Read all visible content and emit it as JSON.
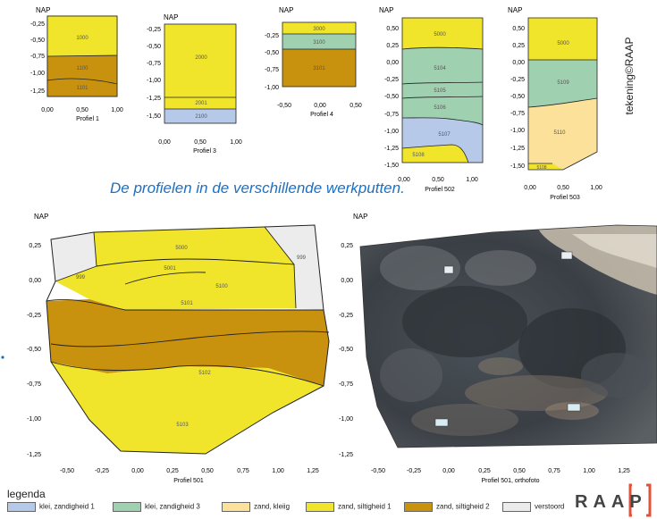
{
  "caption": "De profielen in de verschillende werkputten.",
  "credit": "tekening©RAAP",
  "legend": {
    "title": "legenda",
    "items": [
      {
        "label": "klei, zandigheid 1",
        "color": "#b7c9e8"
      },
      {
        "label": "klei, zandigheid 3",
        "color": "#9fd1b0"
      },
      {
        "label": "zand, kleiig",
        "color": "#fbe19a"
      },
      {
        "label": "zand, siltigheid 1",
        "color": "#f0e52a"
      },
      {
        "label": "zand, siltigheid 2",
        "color": "#c9920e"
      },
      {
        "label": "verstoord",
        "color": "#ececec"
      }
    ]
  },
  "logo": {
    "text": "RAAP"
  },
  "profiles": {
    "p1": {
      "nap": "NAP",
      "title": "Profiel 1",
      "yticks": [
        "-0,25",
        "-0,50",
        "-0,75",
        "-1,00",
        "-1,25"
      ],
      "xticks": [
        "0,00",
        "0,50",
        "1,00"
      ],
      "units": [
        "1000",
        "1100",
        "1101"
      ]
    },
    "p3": {
      "nap": "NAP",
      "title": "Profiel 3",
      "yticks": [
        "-0,25",
        "-0,50",
        "-0,75",
        "-1,00",
        "-1,25",
        "-1,50"
      ],
      "xticks": [
        "0,00",
        "0,50",
        "1,00"
      ],
      "units": [
        "2000",
        "2001",
        "2100"
      ]
    },
    "p4": {
      "nap": "NAP",
      "title": "Profiel 4",
      "yticks": [
        "-0,25",
        "-0,50",
        "-0,75",
        "-1,00"
      ],
      "xticks": [
        "-0,50",
        "0,00",
        "0,50"
      ],
      "units": [
        "3000",
        "3100",
        "3101"
      ]
    },
    "p502": {
      "nap": "NAP",
      "title": "Profiel 502",
      "yticks": [
        "0,50",
        "0,25",
        "0,00",
        "-0,25",
        "-0,50",
        "-0,75",
        "-1,00",
        "-1,25",
        "-1,50"
      ],
      "xticks": [
        "0,00",
        "0,50",
        "1,00"
      ],
      "units": [
        "5000",
        "5104",
        "5105",
        "5106",
        "5107",
        "5108"
      ]
    },
    "p503": {
      "nap": "NAP",
      "title": "Profiel 503",
      "yticks": [
        "0,50",
        "0,25",
        "0,00",
        "-0,25",
        "-0,50",
        "-0,75",
        "-1,00",
        "-1,25",
        "-1,50"
      ],
      "xticks": [
        "0,00",
        "0,50",
        "1,00"
      ],
      "units": [
        "5000",
        "5109",
        "5110",
        "5108"
      ]
    },
    "p501": {
      "nap": "NAP",
      "title": "Profiel 501",
      "yticks": [
        "0,25",
        "0,00",
        "-0,25",
        "-0,50",
        "-0,75",
        "-1,00",
        "-1,25"
      ],
      "xticks": [
        "-0,50",
        "-0,25",
        "0,00",
        "0,25",
        "0,50",
        "0,75",
        "1,00",
        "1,25"
      ],
      "units": [
        "5000",
        "5001",
        "5100",
        "5101",
        "5102",
        "5103",
        "999",
        "999"
      ]
    },
    "p501o": {
      "nap": "NAP",
      "title": "Profiel 501, orthofoto",
      "yticks": [
        "0,25",
        "0,00",
        "-0,25",
        "-0,50",
        "-0,75",
        "-1,00",
        "-1,25"
      ],
      "xticks": [
        "-0,50",
        "-0,25",
        "0,00",
        "0,25",
        "0,50",
        "0,75",
        "1,00",
        "1,25"
      ]
    }
  }
}
